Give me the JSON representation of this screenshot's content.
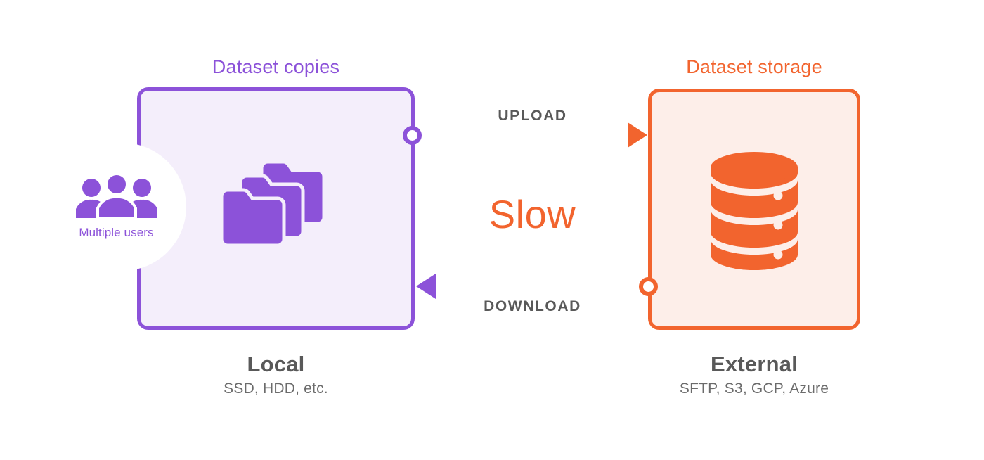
{
  "diagram": {
    "colors": {
      "purple": "#8c52d9",
      "purple_fill": "#f4eefb",
      "orange": "#f2642e",
      "orange_fill": "#fdeee9",
      "gray_text": "#595959",
      "background": "#ffffff"
    },
    "left_panel": {
      "title": "Dataset copies",
      "icon": "folder-stack-icon",
      "footer_title": "Local",
      "footer_subtitle": "SSD, HDD, etc.",
      "users": {
        "icon": "multiple-users-icon",
        "caption": "Multiple users"
      }
    },
    "right_panel": {
      "title": "Dataset storage",
      "icon": "database-cylinder-icon",
      "footer_title": "External",
      "footer_subtitle": "SFTP, S3, GCP, Azure"
    },
    "flows": {
      "upload_label": "UPLOAD",
      "download_label": "DOWNLOAD",
      "speed_label": "Slow"
    }
  }
}
